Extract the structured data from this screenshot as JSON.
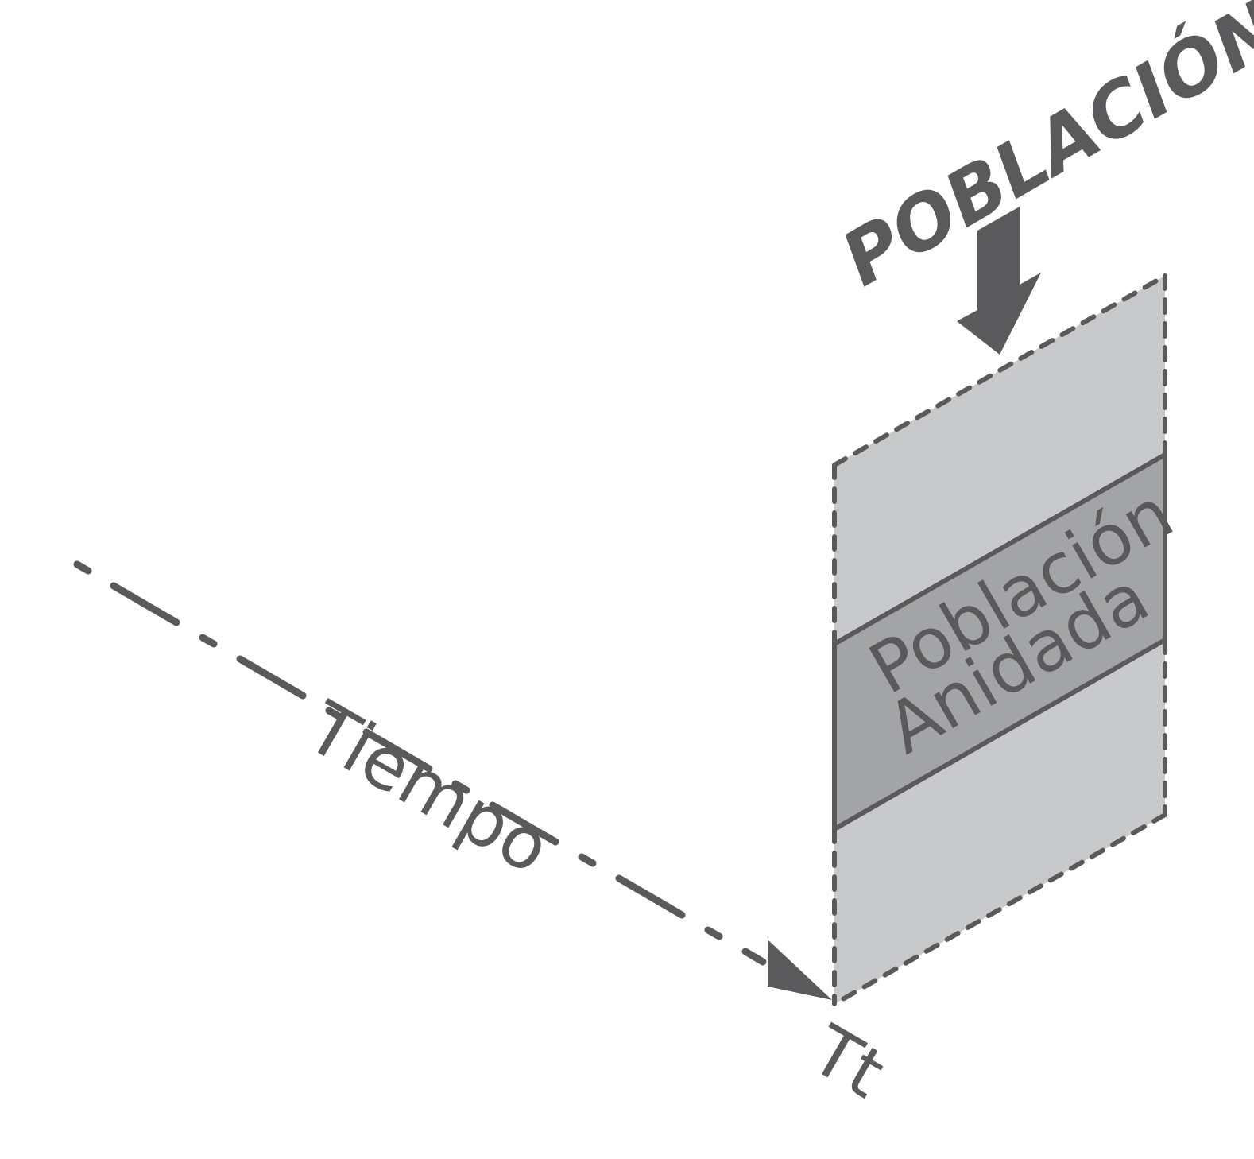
{
  "labels": {
    "poblacion_top": "POBLACIÓN",
    "nested_line1": "Población",
    "nested_line2": "Anidada",
    "tiempo": "Tiempo",
    "tt": "Tt"
  },
  "colors": {
    "ink": "#5a5a5c",
    "panel_light": "#c8c9cb",
    "panel_band": "#a3a4a6",
    "background": "#ffffff"
  }
}
